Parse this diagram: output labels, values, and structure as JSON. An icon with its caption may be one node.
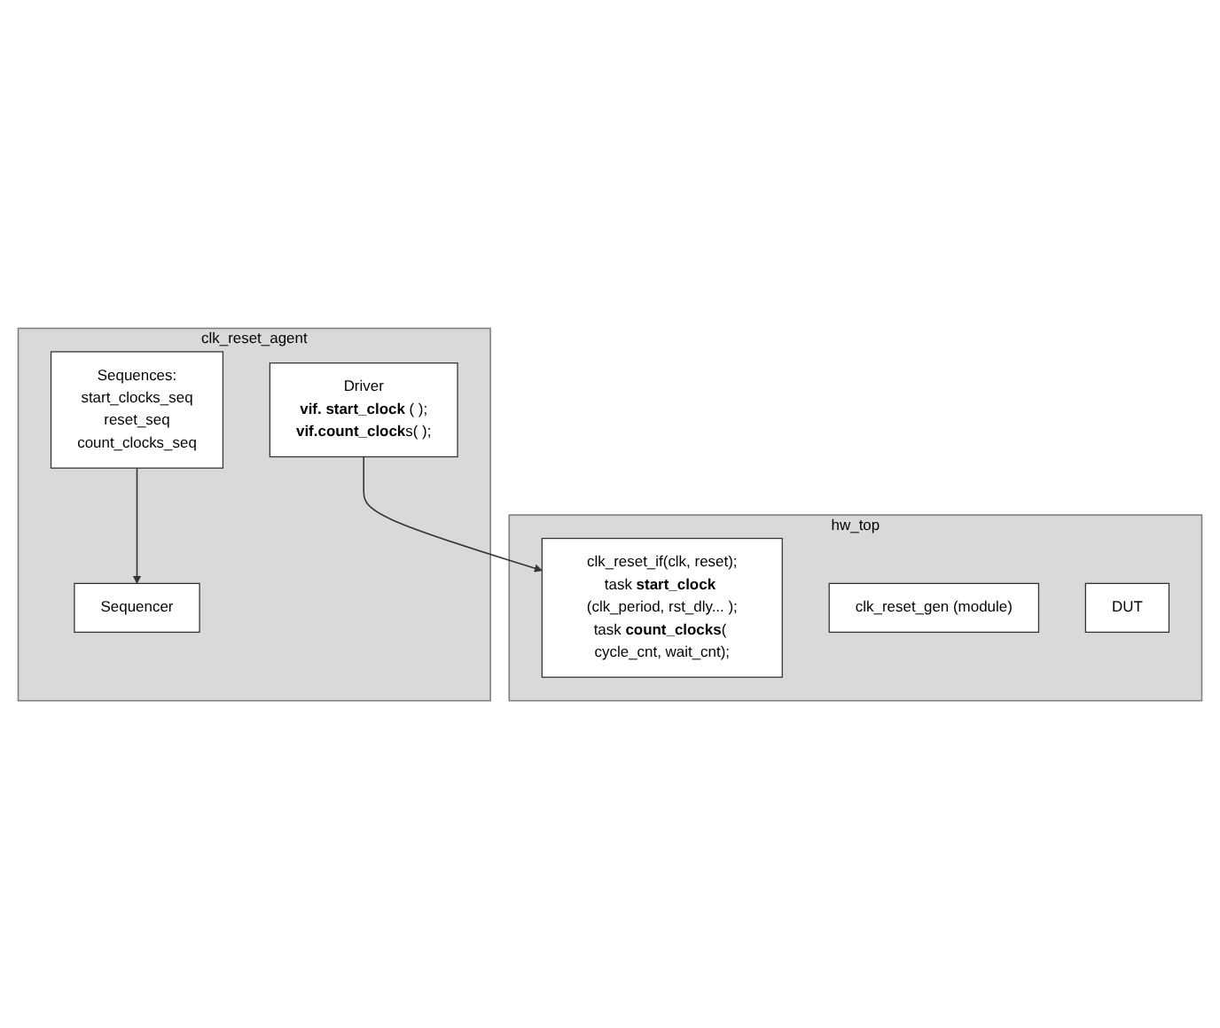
{
  "diagram": {
    "nodes": [
      {
        "text": [
          "clk_reset_agent"
        ]
      },
      {
        "text": [
          "Sequencer"
        ],
        "in": 0
      },
      {
        "text": [
          "Sequences:",
          "start_clocks_seq",
          "reset_seq",
          "count_clocks_seq"
        ],
        "in": 0
      },
      {
        "text": [
          "Driver",
          "**vif. start_clock** ( );",
          "**vif.count_clock**s( );"
        ],
        "in": 0
      },
      {
        "text": [
          "hw_top"
        ]
      },
      {
        "text": [
          "clk_reset_if(clk, reset);",
          "task **start_clock** (clk_period, rst_dly... );",
          "task **count_clocks**( cycle_cnt, wait_cnt);"
        ],
        "in": 4
      },
      {
        "text": [
          "clk_reset_gen (module)"
        ],
        "in": 4
      },
      {
        "text": [
          "DUT"
        ],
        "in": 4
      }
    ],
    "edges": [
      {
        "from": 2,
        "to": 1,
        "arrow": "to"
      },
      {
        "from": 3,
        "to": 5,
        "arrow": "to"
      }
    ]
  }
}
